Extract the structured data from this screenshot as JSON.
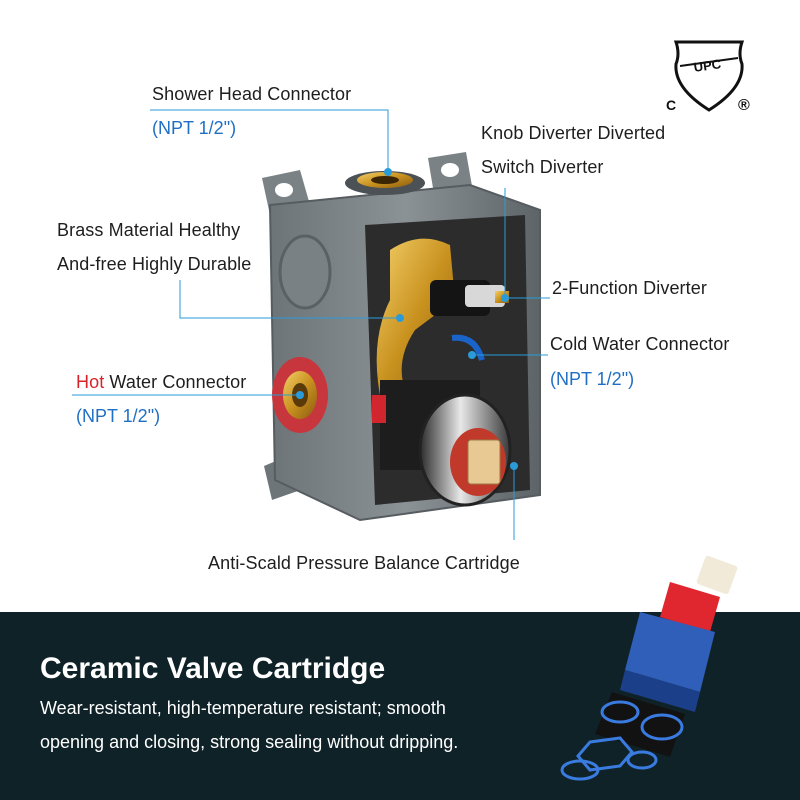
{
  "callouts": {
    "shower_head": {
      "label": "Shower Head Connector",
      "spec": "(NPT 1/2\")"
    },
    "knob_diverter": {
      "line1": "Knob Diverter Diverted",
      "line2": "Switch Diverter"
    },
    "brass": {
      "line1": "Brass Material Healthy",
      "line2": "And-free Highly Durable"
    },
    "two_function": {
      "label": "2-Function Diverter"
    },
    "cold_water": {
      "label": "Cold Water Connector",
      "spec": "(NPT 1/2\")"
    },
    "hot_water": {
      "prefix": "Hot",
      "label": " Water Connector",
      "spec": "(NPT 1/2\")"
    },
    "cartridge": {
      "label": "Anti-Scald Pressure Balance Cartridge"
    }
  },
  "certification": {
    "mark": "UPC",
    "left_mark": "C",
    "right_mark": "®"
  },
  "feature": {
    "title": "Ceramic Valve Cartridge",
    "line1": "Wear-resistant, high-temperature resistant; smooth",
    "line2": "opening and closing, strong sealing without dripping."
  },
  "colors": {
    "accent_blue": "#1f6fc4",
    "hot_red": "#d8232a",
    "panel_bg": "#0f2228",
    "leader_line": "#2a9bd8"
  }
}
